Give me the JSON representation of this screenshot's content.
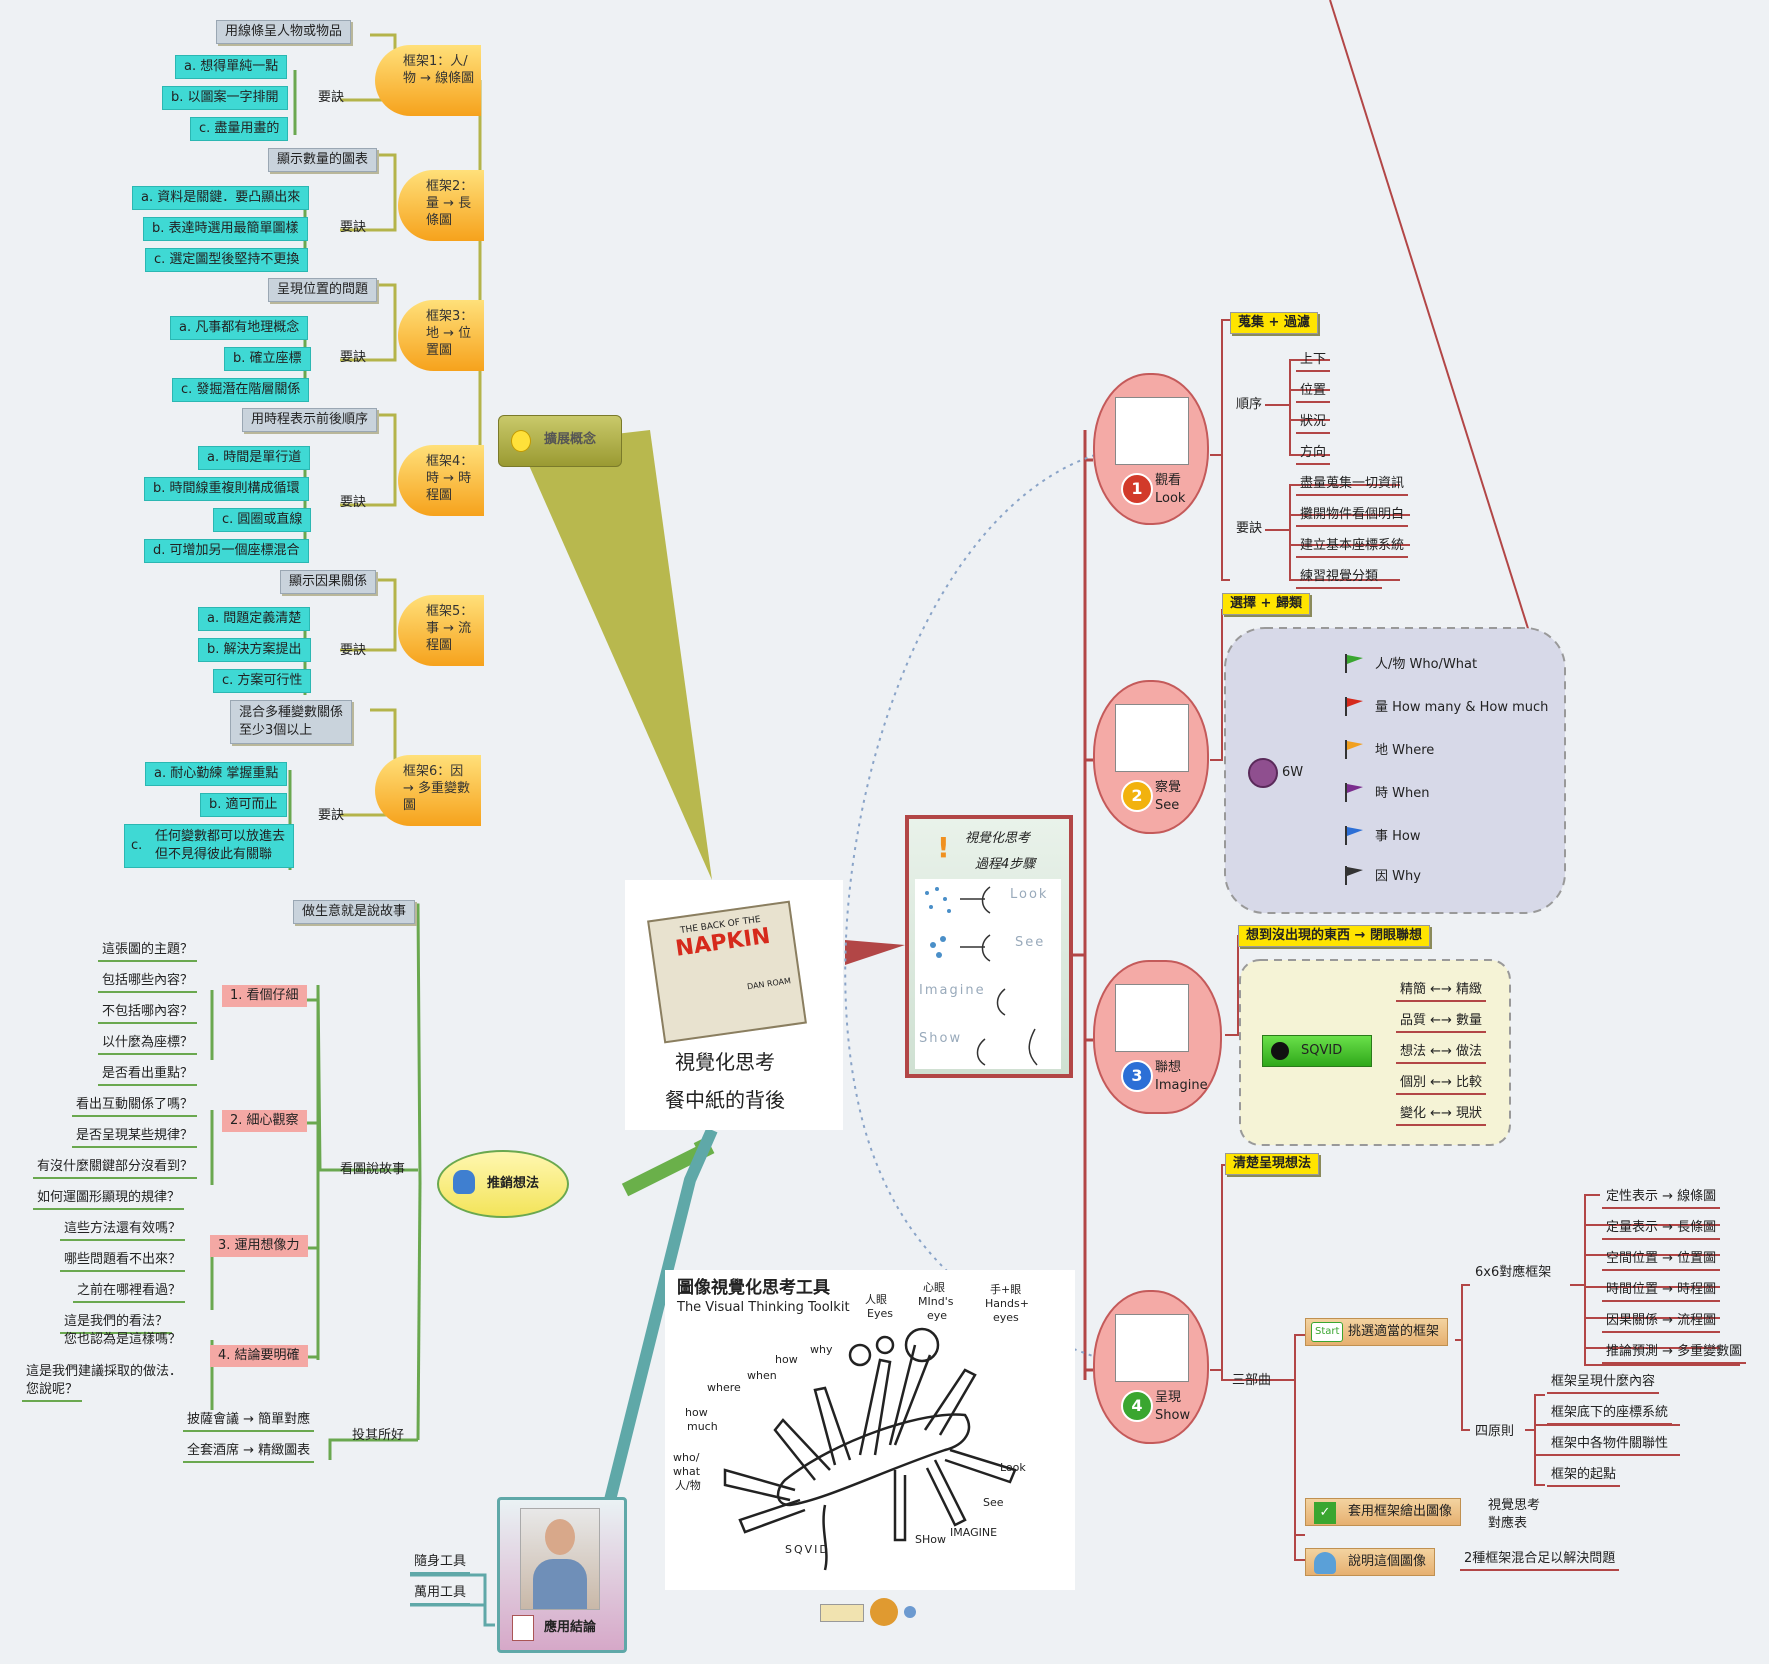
{
  "center": {
    "title_line1": "視覺化思考",
    "title_line2": "餐中紙的背後",
    "book": {
      "cover_line1": "THE BACK OF THE",
      "cover_title": "NAPKIN",
      "author": "DAN ROAM"
    }
  },
  "extend": {
    "label": "擴展概念",
    "frames": [
      {
        "label": "框架1：人/物 → 線條圖",
        "note": "用線條呈人物或物品",
        "tips_label": "要訣",
        "tips": [
          "a. 想得單純一點",
          "b. 以圖案一字排開",
          "c. 盡量用畫的"
        ]
      },
      {
        "label": "框架2：量 → 長條圖",
        "note": "顯示數量的圖表",
        "tips_label": "要訣",
        "tips": [
          "a. 資料是關鍵．要凸顯出來",
          "b. 表達時選用最簡單圖樣",
          "c. 選定圖型後堅持不更換"
        ]
      },
      {
        "label": "框架3：地 → 位置圖",
        "note": "呈現位置的問題",
        "tips_label": "要訣",
        "tips": [
          "a. 凡事都有地理概念",
          "b. 確立座標",
          "c. 發掘潛在階層關係"
        ]
      },
      {
        "label": "框架4：時 → 時程圖",
        "note": "用時程表示前後順序",
        "tips_label": "要訣",
        "tips": [
          "a. 時間是單行道",
          "b. 時間線重複則構成循環",
          "c. 圓圈或直線",
          "d. 可增加另一個座標混合"
        ]
      },
      {
        "label": "框架5：事 → 流程圖",
        "note": "顯示因果關係",
        "tips_label": "要訣",
        "tips": [
          "a. 問題定義清楚",
          "b. 解決方案提出",
          "c. 方案可行性"
        ]
      },
      {
        "label": "框架6：因 → 多重變數圖",
        "note1": "混合多種變數關係",
        "note2": "至少3個以上",
        "tips_label": "要訣",
        "tips": [
          "a. 耐心勤練 掌握重點",
          "b. 適可而止",
          "c.",
          "任何變數都可以放進去",
          "但不見得彼此有關聯"
        ]
      }
    ]
  },
  "sell": {
    "label": "推銷想法",
    "story": "做生意就是說故事",
    "read_label": "看圖說故事",
    "groups": [
      {
        "label": "1. 看個仔細",
        "items": [
          "這張圖的主題？",
          "包括哪些內容？",
          "不包括哪內容？",
          "以什麼為座標？"
        ]
      },
      {
        "label": "2. 細心觀察",
        "items": [
          "是否看出重點？",
          "看出互動關係了嗎？",
          "是否呈現某些規律？",
          "有沒什麼關鍵部分沒看到？"
        ]
      },
      {
        "label": "3. 運用想像力",
        "items": [
          "如何運圖形顯現的規律？",
          "這些方法還有效嗎？",
          "哪些問題看不出來？",
          "之前在哪裡看過？"
        ]
      },
      {
        "label": "4. 結論要明確",
        "items": [
          "這是我們的看法？",
          "您也認為是這樣嗎？",
          "這是我們建議採取的做法．",
          "您說呢？"
        ]
      }
    ],
    "fit_label": "投其所好",
    "fit": [
      "披薩會議 → 簡單對應",
      "全套酒席 → 精緻圖表"
    ]
  },
  "apply": {
    "label": "應用結論",
    "items": [
      "隨身工具",
      "萬用工具"
    ]
  },
  "toolkit": {
    "title_cn": "圖像視覺化思考工具",
    "title_en": "The Visual Thinking Toolkit",
    "labels": [
      "人眼",
      "Eyes",
      "心眼",
      "MInd's",
      "eye",
      "手+眼",
      "Hands+",
      "eyes",
      "who/",
      "what",
      "人/物",
      "how",
      "much",
      "where",
      "when",
      "how",
      "why",
      "Look",
      "See",
      "IMAGINE",
      "SHow",
      "SQVID"
    ]
  },
  "steps_card": {
    "title_line1": "視覺化思考",
    "title_line2": "過程4步驟",
    "rows": [
      "Look",
      "See",
      "Imagine",
      "Show"
    ]
  },
  "steps": [
    {
      "num": "1",
      "cn": "觀看",
      "en": "Look",
      "header": "蒐集 + 過濾",
      "order_label": "順序",
      "order": [
        "上下",
        "位置",
        "狀況",
        "方向"
      ],
      "tips_label": "要訣",
      "tips": [
        "盡量蒐集一切資訊",
        "攤開物件看個明白",
        "建立基本座標系統",
        "練習視覺分類"
      ]
    },
    {
      "num": "2",
      "cn": "察覺",
      "en": "See",
      "header": "選擇 + 歸類",
      "six_w": "6W",
      "flags": [
        {
          "text": "人/物 Who/What",
          "color": "#3aa630"
        },
        {
          "text": "量 How many & How much",
          "color": "#d62a1c"
        },
        {
          "text": "地 Where",
          "color": "#f1a020"
        },
        {
          "text": "時 When",
          "color": "#7b2d8e"
        },
        {
          "text": "事 How",
          "color": "#2c6fd6"
        },
        {
          "text": "因 Why",
          "color": "#333333"
        }
      ]
    },
    {
      "num": "3",
      "cn": "聯想",
      "en": "Imagine",
      "header": "想到沒出現的東西 → 閉眼聯想",
      "sqvid": "SQVID",
      "pairs": [
        "精簡 ←→ 精緻",
        "品質 ←→ 數量",
        "想法 ←→ 做法",
        "個別 ←→ 比較",
        "變化 ←→ 現狀"
      ]
    },
    {
      "num": "4",
      "cn": "呈現",
      "en": "Show",
      "header": "清楚呈現想法",
      "three_label": "三部曲",
      "pick": "挑選適當的框架",
      "pick_badge": "Start",
      "map_label": "6x6對應框架",
      "map": [
        "定性表示 → 線條圖",
        "定量表示 → 長條圖",
        "空間位置 → 位置圖",
        "時間位置 → 時程圖",
        "因果關係 → 流程圖",
        "推論預測 → 多重變數圖"
      ],
      "rules_label": "四原則",
      "rules": [
        "框架呈現什麼內容",
        "框架底下的座標系統",
        "框架中各物件關聯性",
        "框架的起點"
      ],
      "apply": "套用框架繪出圖像",
      "apply_note1": "視覺思考",
      "apply_note2": "對應表",
      "explain": "說明這個圖像",
      "explain_note": "2種框架混合足以解決問題"
    }
  ],
  "colors": {
    "olive": "#b4b44a",
    "teal": "#54a8a8",
    "crimson": "#b24646",
    "green": "#6aa84f",
    "yellow": "#ffe400"
  }
}
